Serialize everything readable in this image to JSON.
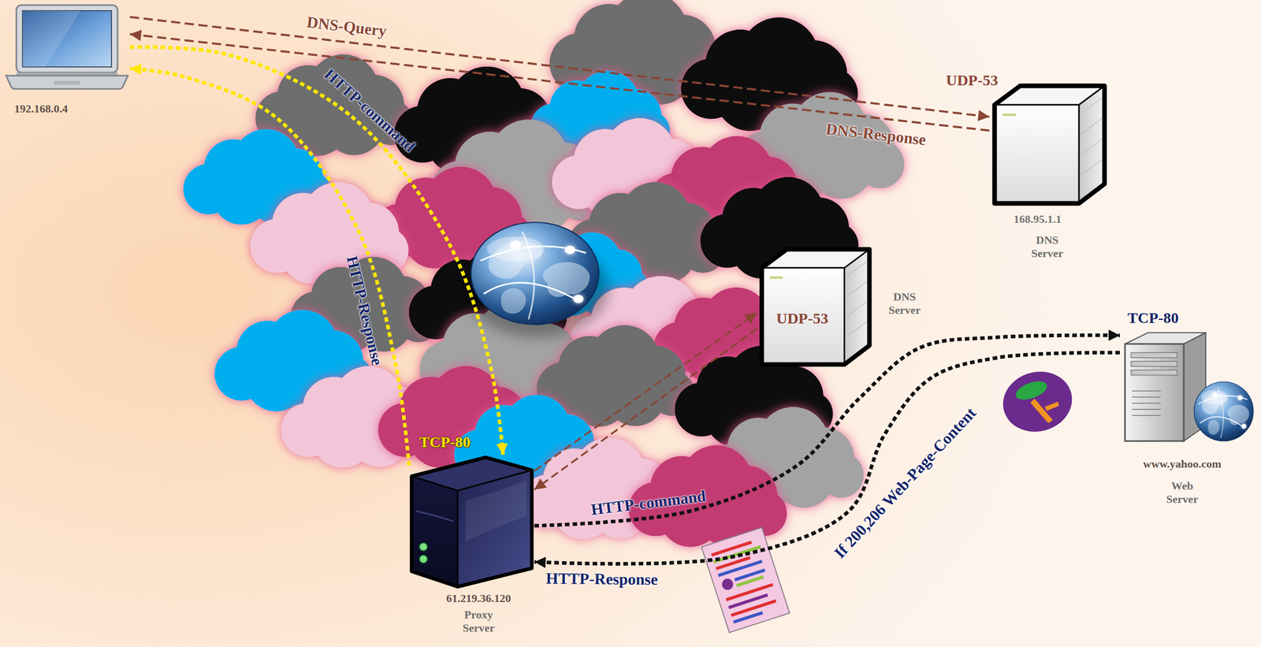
{
  "diagram": {
    "nodes": [
      {
        "text": [
          "192.168.0.4"
        ]
      },
      {
        "text": [
          "UDP-53",
          "168.95.1.1",
          "DNS Server"
        ]
      },
      {
        "text": [
          "UDP-53",
          "DNS Server"
        ]
      },
      {
        "text": [
          "TCP-80",
          "61.219.36.120",
          "Proxy Server"
        ]
      },
      {
        "text": [
          "TCP-80",
          "www.yahoo.com",
          "Web Server"
        ]
      }
    ],
    "edges": [
      {
        "from": 0,
        "to": 1,
        "label": "DNS-Query",
        "arrow": "to"
      },
      {
        "from": 1,
        "to": 0,
        "label": "DNS-Response",
        "arrow": "to"
      },
      {
        "from": 0,
        "to": 3,
        "label": "HTTP-command",
        "arrow": "to"
      },
      {
        "from": 3,
        "to": 0,
        "label": "HTTP-Response",
        "arrow": "to"
      },
      {
        "from": 3,
        "to": 2,
        "arrow": "to"
      },
      {
        "from": 2,
        "to": 3,
        "arrow": "to"
      },
      {
        "from": 3,
        "to": 4,
        "label": "HTTP-command",
        "arrow": "to"
      },
      {
        "from": 4,
        "to": 3,
        "label": "HTTP-Response",
        "arrow": "to"
      }
    ],
    "labels": [
      "If 200,206 Web-Page-Content"
    ]
  }
}
